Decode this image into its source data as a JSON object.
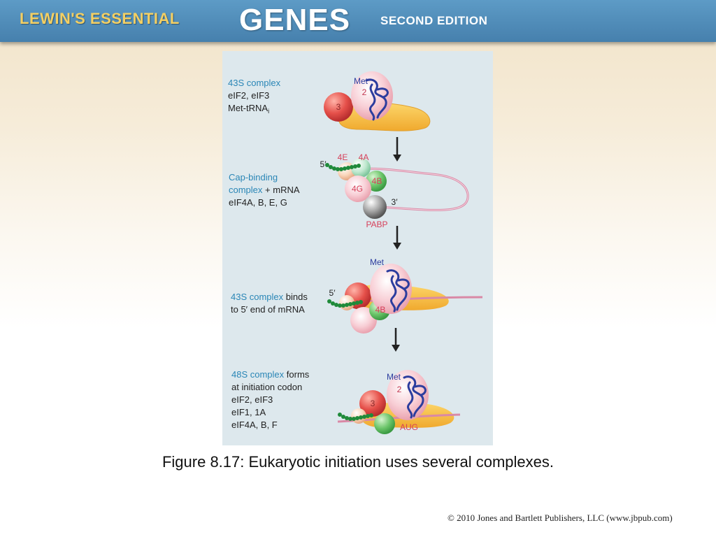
{
  "header": {
    "brand_lewins": "LEWIN'S ESSENTIAL",
    "brand_genes": "GENES",
    "brand_edition": "SECOND EDITION"
  },
  "figure": {
    "step1": {
      "title": "43S complex",
      "line1": "eIF2, eIF3",
      "line2_main": "Met-tRNA",
      "line2_sub": "i"
    },
    "step2": {
      "title_a": "Cap-binding",
      "title_b": "complex",
      "title_b_rest": " + mRNA",
      "line1": "eIF4A, B, E, G"
    },
    "step3": {
      "title": "43S complex",
      "title_rest": " binds",
      "line1": "to 5′ end of mRNA"
    },
    "step4": {
      "title": "48S complex",
      "title_rest": " forms",
      "line1": "at initiation codon",
      "line2": "eIF2, eIF3",
      "line3": "eIF1, 1A",
      "line4": "eIF4A, B, F"
    },
    "diagram_labels": {
      "met": "Met",
      "two": "2",
      "three": "3",
      "fourE": "4E",
      "fourA": "4A",
      "fourB": "4B",
      "fourG": "4G",
      "pabp": "PABP",
      "five_prime": "5′",
      "three_prime": "3′",
      "aug": "AUG"
    }
  },
  "caption": "Figure 8.17: Eukaryotic initiation uses several complexes.",
  "copyright": "© 2010 Jones and Bartlett Publishers, LLC (www.jbpub.com)"
}
